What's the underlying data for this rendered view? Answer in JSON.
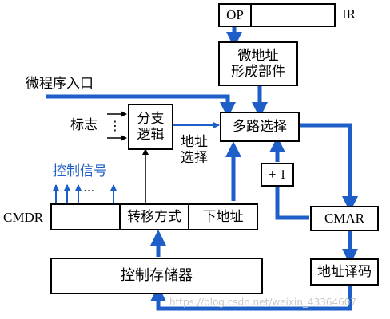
{
  "colors": {
    "accent": "#1d5ec8",
    "line": "#000000"
  },
  "ir": {
    "op": "OP",
    "label": "IR"
  },
  "micro_addr_gen": {
    "line1": "微地址",
    "line2": "形成部件"
  },
  "micro_entry": "微程序入口",
  "flags": {
    "label": "标志",
    "dots": "⋮"
  },
  "branch_logic": {
    "line1": "分支",
    "line2": "逻辑"
  },
  "mux": "多路选择",
  "addr_select": {
    "line1": "地址",
    "line2": "选择"
  },
  "control_signals": {
    "label": "控制信号",
    "dots": "…"
  },
  "plus_one": "+ 1",
  "cmdr": {
    "label": "CMDR",
    "transfer_mode": "转移方式",
    "next_addr": "下地址"
  },
  "cmar": "CMAR",
  "control_store": "控制存储器",
  "addr_decoder": "地址译码",
  "watermark": "https://blog.csdn.net/weixin_43364607"
}
